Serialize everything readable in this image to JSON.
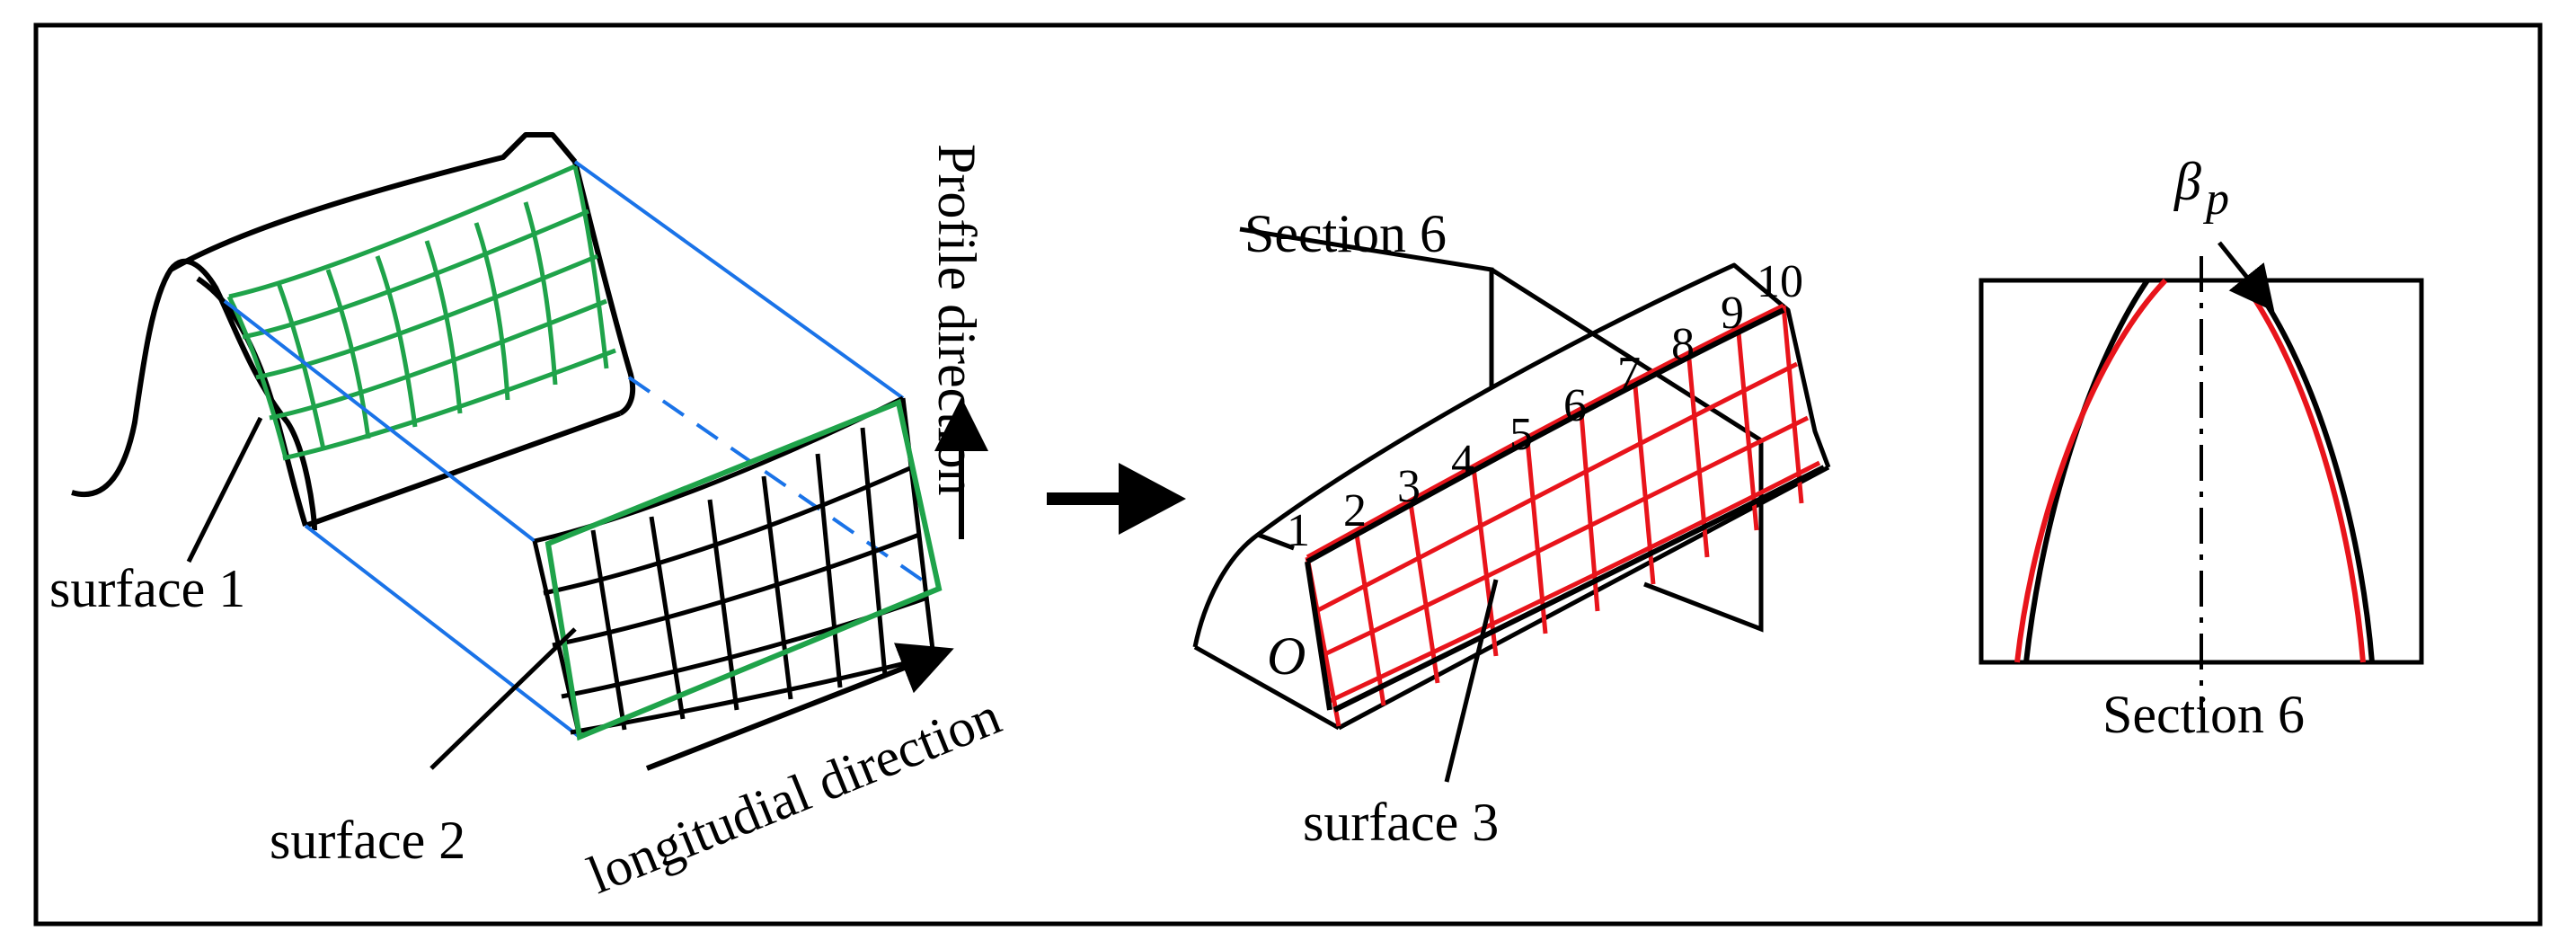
{
  "labels": {
    "surface1": "surface 1",
    "surface2": "surface 2",
    "surface3": "surface 3",
    "profile_direction": "Profile direction",
    "longitudinal_direction": "longitudial direction",
    "section_top": "Section 6",
    "section_bottom": "Section 6",
    "origin": "O",
    "beta_symbol": "β",
    "beta_subscript": "p"
  },
  "grid_numbers": [
    "1",
    "2",
    "3",
    "4",
    "5",
    "6",
    "7",
    "8",
    "9",
    "10"
  ],
  "colors": {
    "frame": "#000000",
    "green_grid": "#1fa34a",
    "red_grid": "#e8141b",
    "projection_lines": "#1a73e8",
    "outline": "#000000"
  }
}
